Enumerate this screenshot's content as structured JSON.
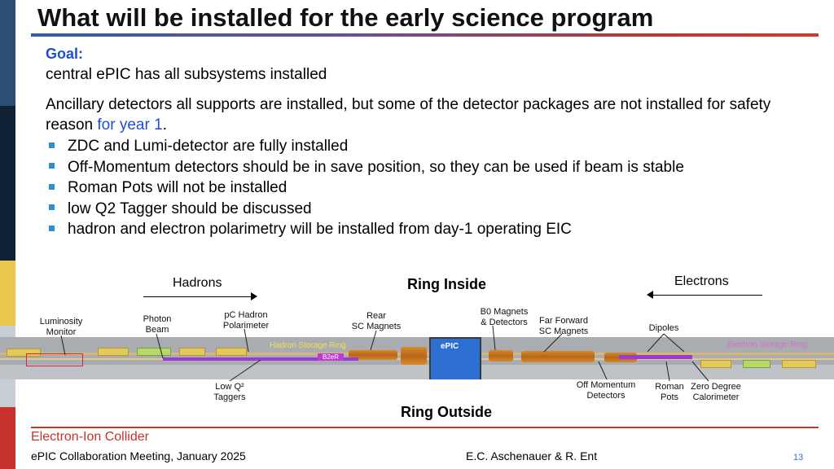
{
  "slide": {
    "title": "What will be installed for the early science program",
    "goal_label": "Goal:",
    "goal_text": "central ePIC has all subsystems installed",
    "ancillary_text_1": "Ancillary detectors all supports are installed, but some of the detector packages are not installed for safety reason ",
    "ancillary_highlight": "for year 1",
    "ancillary_text_2": ".",
    "bullets": [
      "ZDC and Lumi-detector are fully installed",
      "Off-Momentum detectors should be in save position, so they can be used if beam is stable",
      "Roman Pots will not be installed",
      "low Q2 Tagger should be discussed",
      "hadron and electron polarimetry will be installed from day-1 operating EIC"
    ]
  },
  "diagram": {
    "hadrons": "Hadrons",
    "electrons": "Electrons",
    "ring_inside": "Ring Inside",
    "ring_outside": "Ring Outside",
    "hadron_storage_ring": "Hadron Storage Ring",
    "electron_storage_ring": "Electron Storage Ring",
    "b2er": "B2eR",
    "epic": "ePIC",
    "labels": {
      "luminosity_monitor": "Luminosity\nMonitor",
      "photon_beam": "Photon\nBeam",
      "pc_hadron_polarimeter": "pC Hadron\nPolarimeter",
      "rear_sc_magnets": "Rear\nSC Magnets",
      "b0_magnets": "B0 Magnets\n& Detectors",
      "far_forward": "Far Forward\nSC Magnets",
      "dipoles": "Dipoles",
      "low_q2_taggers": "Low Q²\nTaggers",
      "off_momentum": "Off Momentum\nDetectors",
      "roman_pots": "Roman\nPots",
      "zero_degree": "Zero Degree\nCalorimeter"
    }
  },
  "footer": {
    "logo": "Electron-Ion Collider",
    "meeting": "ePIC Collaboration Meeting, January 2025",
    "authors": "E.C. Aschenauer & R. Ent",
    "page": "13"
  },
  "colors": {
    "title_rule": "#c0392b",
    "goal_blue": "#1c4fd1",
    "bullet": "#2b8fd6"
  }
}
